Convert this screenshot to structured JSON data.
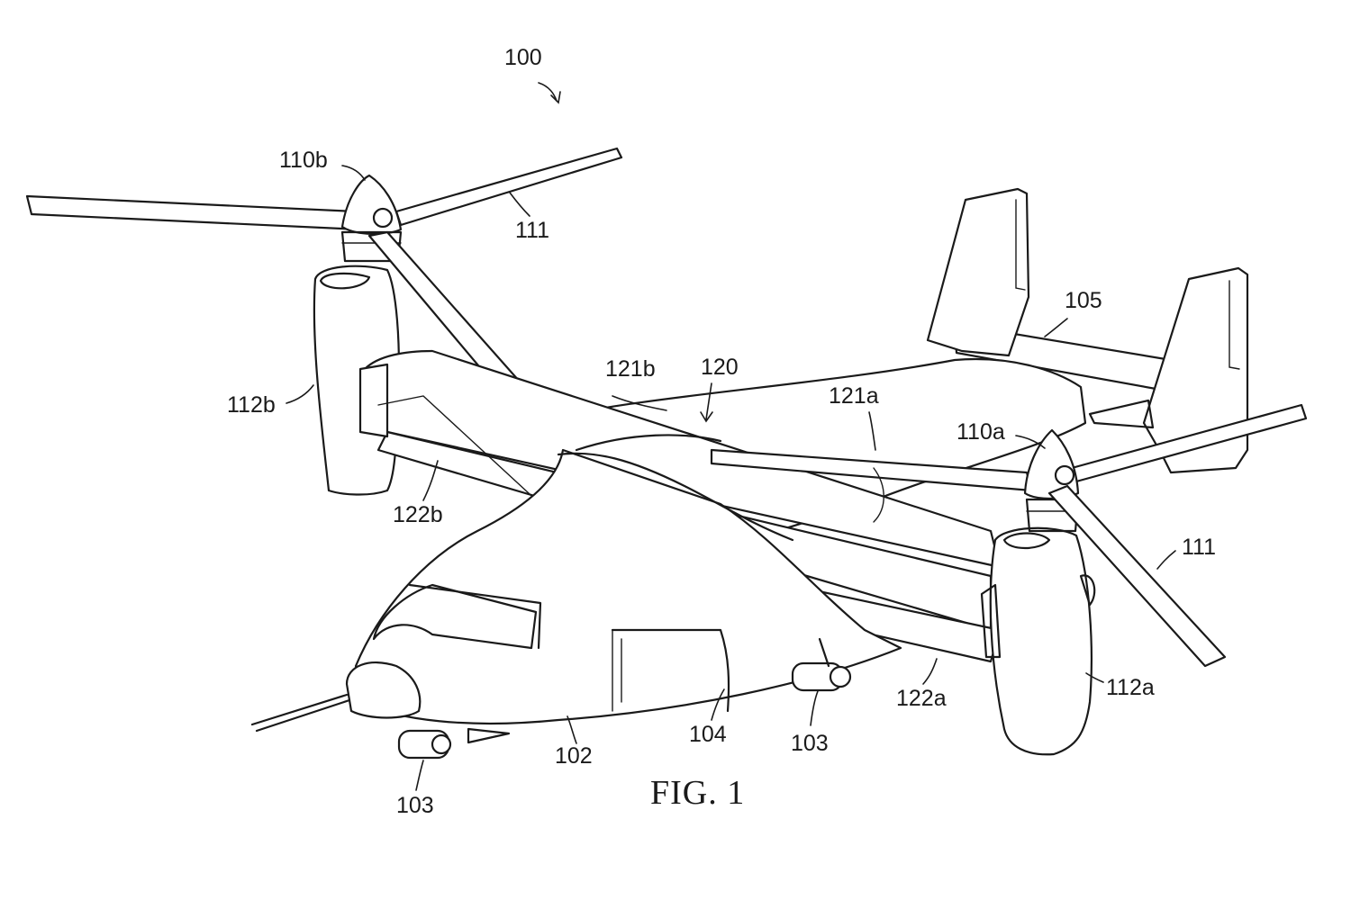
{
  "figure": {
    "caption": "FIG. 1",
    "labels": {
      "l100": "100",
      "l110b": "110b",
      "l111_top": "111",
      "l105": "105",
      "l121b": "121b",
      "l120": "120",
      "l112b": "112b",
      "l121a": "121a",
      "l110a": "110a",
      "l122b": "122b",
      "l111_right": "111",
      "l112a": "112a",
      "l122a": "122a",
      "l103_right": "103",
      "l104": "104",
      "l102": "102",
      "l103_left": "103"
    }
  }
}
